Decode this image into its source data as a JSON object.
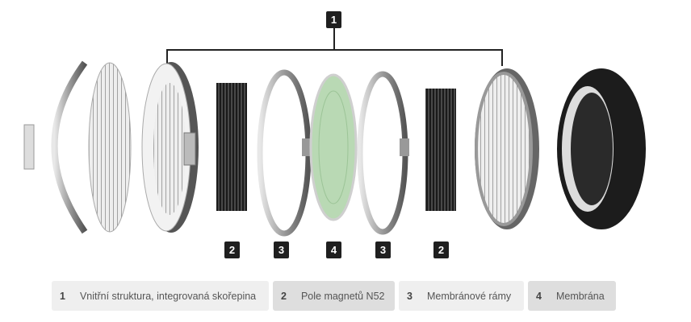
{
  "callouts": {
    "top": "1",
    "magnet_left": "2",
    "frame_left": "3",
    "membrane": "4",
    "frame_right": "3",
    "magnet_right": "2"
  },
  "legend": [
    {
      "num": "1",
      "label": "Vnitřní struktura, integrovaná skořepina"
    },
    {
      "num": "2",
      "label": "Pole magnetů N52"
    },
    {
      "num": "3",
      "label": "Membránové rámy"
    },
    {
      "num": "4",
      "label": "Membrána"
    }
  ],
  "colors": {
    "badge": "#1f1f1f",
    "legend_light": "#efefef",
    "legend_dark": "#dedede",
    "membrane": "#b9d9b4"
  }
}
